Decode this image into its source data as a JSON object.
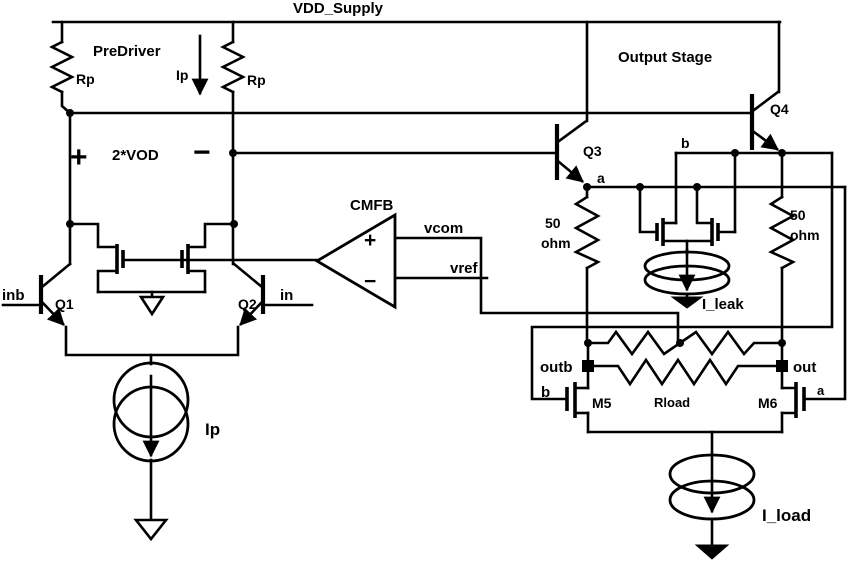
{
  "schematic": {
    "supply_label": "VDD_Supply",
    "predriver": {
      "title": "PreDriver",
      "rp_left": "Rp",
      "rp_right": "Rp",
      "ip_arrow": "Ip",
      "vod": "2*VOD",
      "vod_plus": "+",
      "vod_minus": "−",
      "q1": "Q1",
      "q2": "Q2",
      "inb": "inb",
      "in": "in",
      "tail_source": "Ip"
    },
    "cmfb": {
      "title": "CMFB",
      "plus": "+",
      "minus": "−",
      "vcom": "vcom",
      "vref": "vref"
    },
    "output_stage": {
      "title": "Output Stage",
      "q3": "Q3",
      "q4": "Q4",
      "node_a": "a",
      "node_b": "b",
      "r_left_val": "50",
      "r_left_unit": "ohm",
      "r_right_val": "50",
      "r_right_unit": "ohm",
      "leak_source": "I_leak",
      "outb": "outb",
      "out": "out",
      "rload": "Rload",
      "m5": "M5",
      "m6": "M6",
      "m5_gate_node": "b",
      "m6_gate_node": "a",
      "load_source": "I_load"
    }
  }
}
